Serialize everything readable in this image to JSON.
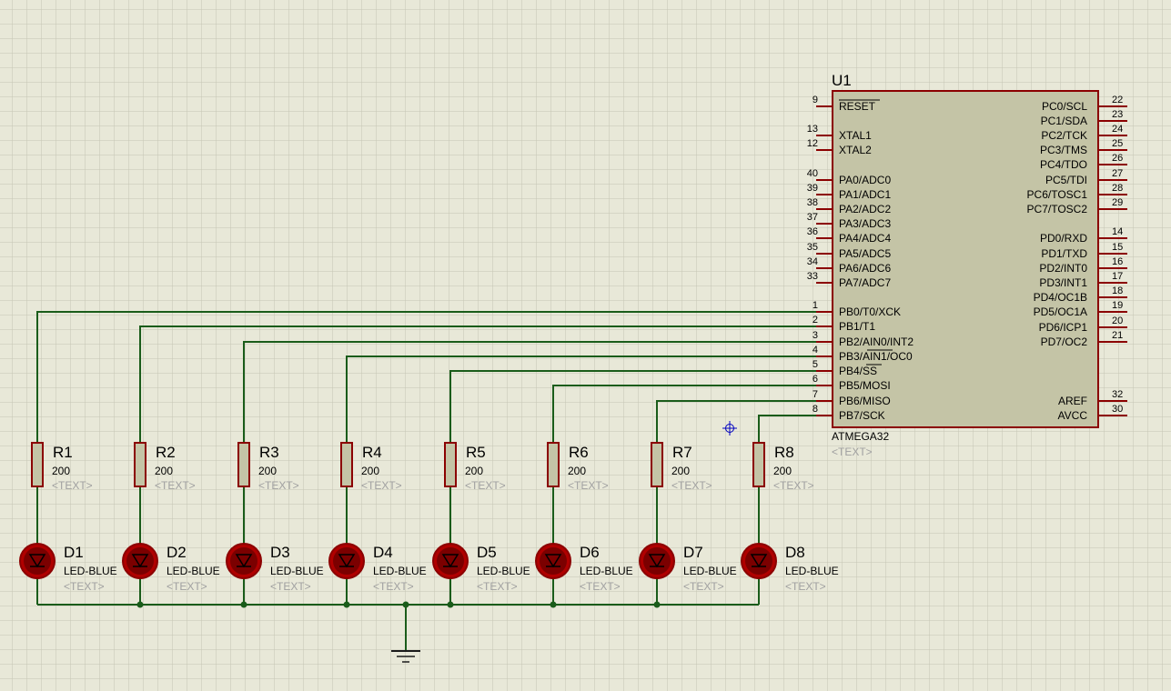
{
  "colors": {
    "background": "#e8e8d8",
    "grid": "#c5c5b3",
    "wire": "#1a5c1a",
    "component_outline": "#8b0000",
    "component_fill": "#c4c4a6",
    "pin": "#8b0000",
    "text": "#000000",
    "placeholder_text": "#a0a0a0",
    "led_body": "#b00000",
    "cursor": "#0000c0"
  },
  "mcu": {
    "ref": "U1",
    "part": "ATMEGA32",
    "text_placeholder": "<TEXT>",
    "left_pins": [
      {
        "num": "9",
        "label": "RESET"
      },
      {
        "num": "13",
        "label": "XTAL1"
      },
      {
        "num": "12",
        "label": "XTAL2"
      },
      {
        "num": "40",
        "label": "PA0/ADC0"
      },
      {
        "num": "39",
        "label": "PA1/ADC1"
      },
      {
        "num": "38",
        "label": "PA2/ADC2"
      },
      {
        "num": "37",
        "label": "PA3/ADC3"
      },
      {
        "num": "36",
        "label": "PA4/ADC4"
      },
      {
        "num": "35",
        "label": "PA5/ADC5"
      },
      {
        "num": "34",
        "label": "PA6/ADC6"
      },
      {
        "num": "33",
        "label": "PA7/ADC7"
      },
      {
        "num": "1",
        "label": "PB0/T0/XCK"
      },
      {
        "num": "2",
        "label": "PB1/T1"
      },
      {
        "num": "3",
        "label": "PB2/AIN0/INT2"
      },
      {
        "num": "4",
        "label": "PB3/AIN1/OC0"
      },
      {
        "num": "5",
        "label": "PB4/SS"
      },
      {
        "num": "6",
        "label": "PB5/MOSI"
      },
      {
        "num": "7",
        "label": "PB6/MISO"
      },
      {
        "num": "8",
        "label": "PB7/SCK"
      }
    ],
    "right_pins": [
      {
        "num": "22",
        "label": "PC0/SCL"
      },
      {
        "num": "23",
        "label": "PC1/SDA"
      },
      {
        "num": "24",
        "label": "PC2/TCK"
      },
      {
        "num": "25",
        "label": "PC3/TMS"
      },
      {
        "num": "26",
        "label": "PC4/TDO"
      },
      {
        "num": "27",
        "label": "PC5/TDI"
      },
      {
        "num": "28",
        "label": "PC6/TOSC1"
      },
      {
        "num": "29",
        "label": "PC7/TOSC2"
      },
      {
        "num": "14",
        "label": "PD0/RXD"
      },
      {
        "num": "15",
        "label": "PD1/TXD"
      },
      {
        "num": "16",
        "label": "PD2/INT0"
      },
      {
        "num": "17",
        "label": "PD3/INT1"
      },
      {
        "num": "18",
        "label": "PD4/OC1B"
      },
      {
        "num": "19",
        "label": "PD5/OC1A"
      },
      {
        "num": "20",
        "label": "PD6/ICP1"
      },
      {
        "num": "21",
        "label": "PD7/OC2"
      },
      {
        "num": "32",
        "label": "AREF"
      },
      {
        "num": "30",
        "label": "AVCC"
      }
    ]
  },
  "resistors": [
    {
      "ref": "R1",
      "value": "200",
      "text": "<TEXT>"
    },
    {
      "ref": "R2",
      "value": "200",
      "text": "<TEXT>"
    },
    {
      "ref": "R3",
      "value": "200",
      "text": "<TEXT>"
    },
    {
      "ref": "R4",
      "value": "200",
      "text": "<TEXT>"
    },
    {
      "ref": "R5",
      "value": "200",
      "text": "<TEXT>"
    },
    {
      "ref": "R6",
      "value": "200",
      "text": "<TEXT>"
    },
    {
      "ref": "R7",
      "value": "200",
      "text": "<TEXT>"
    },
    {
      "ref": "R8",
      "value": "200",
      "text": "<TEXT>"
    }
  ],
  "leds": [
    {
      "ref": "D1",
      "value": "LED-BLUE",
      "text": "<TEXT>"
    },
    {
      "ref": "D2",
      "value": "LED-BLUE",
      "text": "<TEXT>"
    },
    {
      "ref": "D3",
      "value": "LED-BLUE",
      "text": "<TEXT>"
    },
    {
      "ref": "D4",
      "value": "LED-BLUE",
      "text": "<TEXT>"
    },
    {
      "ref": "D5",
      "value": "LED-BLUE",
      "text": "<TEXT>"
    },
    {
      "ref": "D6",
      "value": "LED-BLUE",
      "text": "<TEXT>"
    },
    {
      "ref": "D7",
      "value": "LED-BLUE",
      "text": "<TEXT>"
    },
    {
      "ref": "D8",
      "value": "LED-BLUE",
      "text": "<TEXT>"
    }
  ]
}
